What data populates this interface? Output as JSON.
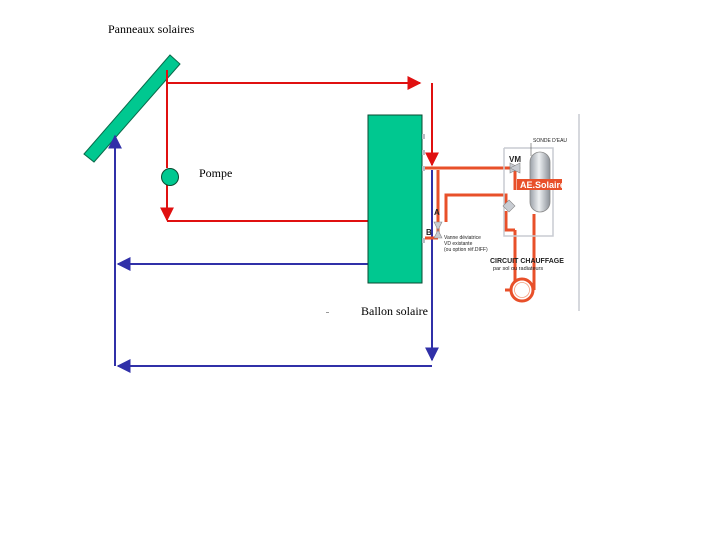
{
  "labels": {
    "panels": "Panneaux solaires",
    "pump": "Pompe",
    "tank": "Ballon solaire",
    "sonde": "SONDE D'EAU",
    "vm": "VM",
    "ae_solaire": "AE.Solaire",
    "port_a": "A",
    "port_b": "B",
    "valve_line1": "Vanne déviatrice",
    "valve_line2": "VD existante",
    "valve_line3": "(ou option réf.DIFF)",
    "circuit_title": "CIRCUIT CHAUFFAGE",
    "circuit_sub": "par sol ou radiateurs"
  },
  "colors": {
    "hot": "#e01010",
    "cold": "#3030a8",
    "panel": "#00c890",
    "tank": "#00c890",
    "hydraulic": "#e8502a",
    "ae_badge": "#e8502a",
    "ae_tank": "#c8ccd2"
  }
}
